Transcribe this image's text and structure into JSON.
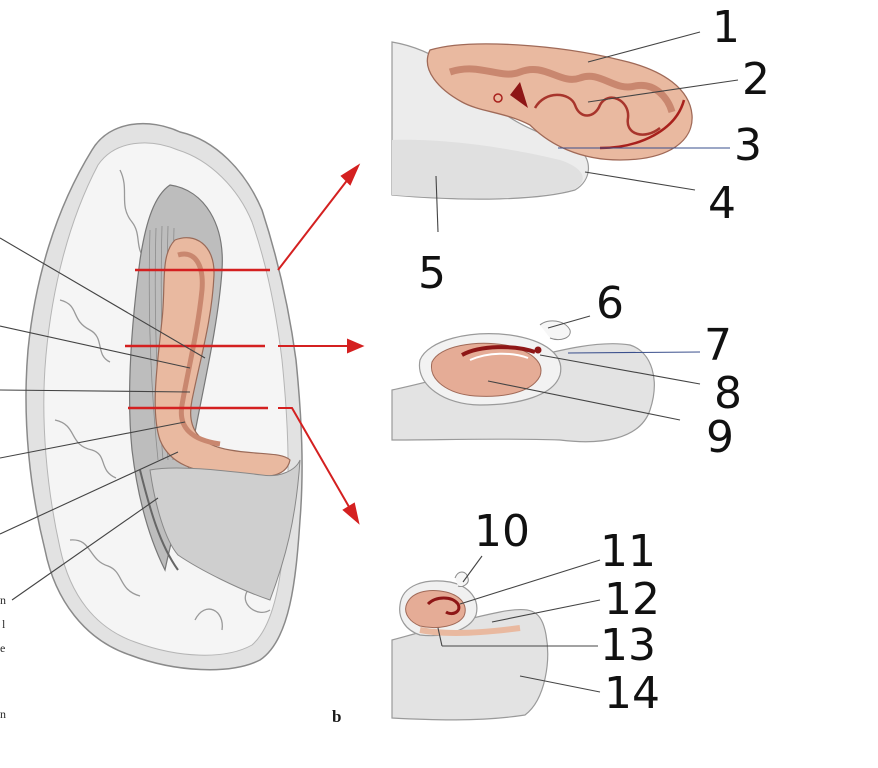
{
  "figure": {
    "panel_label": "b",
    "edge_fragments": [
      "n",
      "l",
      "e",
      "n"
    ],
    "labels": [
      "1",
      "2",
      "3",
      "4",
      "5",
      "6",
      "7",
      "8",
      "9",
      "10",
      "11",
      "12",
      "13",
      "14"
    ],
    "colors": {
      "arrow": "#d42020",
      "tissue_pink": "#e9b9a0",
      "tissue_dark": "#c97c6c",
      "tissue_maroon": "#8e1616",
      "brain_grey": "#dedede",
      "brain_white": "#f4f4f4",
      "leader_line": "#444444",
      "leader_line_blue": "#3a4f8c"
    }
  }
}
